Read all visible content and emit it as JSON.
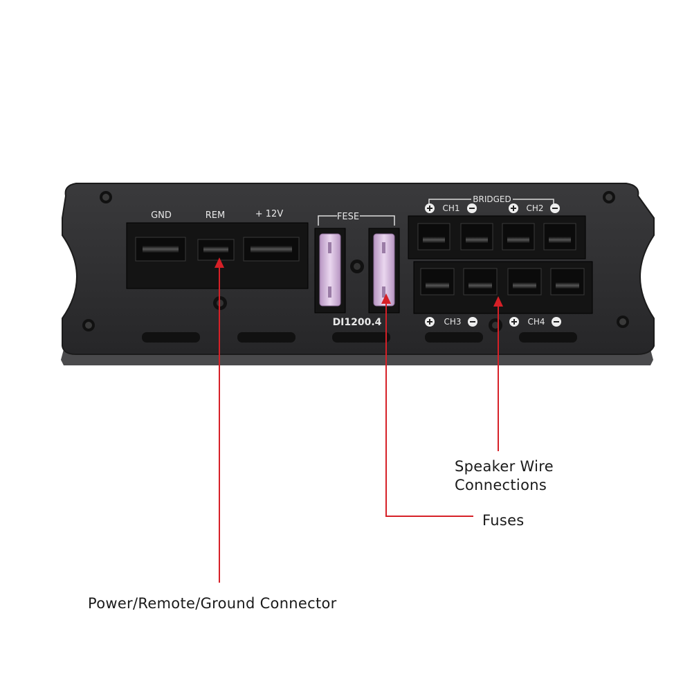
{
  "panel": {
    "power_labels": {
      "gnd": "GND",
      "rem": "REM",
      "pos12": "+ 12V"
    },
    "fuse_label": "FESE",
    "model": "DI1200.4",
    "bridged_label": "BRIDGED",
    "channels": {
      "ch1": "CH1",
      "ch2": "CH2",
      "ch3": "CH3",
      "ch4": "CH4"
    }
  },
  "callouts": {
    "speaker_line1": "Speaker Wire",
    "speaker_line2": "Connections",
    "fuses": "Fuses",
    "power": "Power/Remote/Ground Connector"
  },
  "colors": {
    "chassis": "#2b2b2d",
    "terminal_block": "#141414",
    "fuse": "#d9bde0",
    "pointer": "#d62027"
  }
}
